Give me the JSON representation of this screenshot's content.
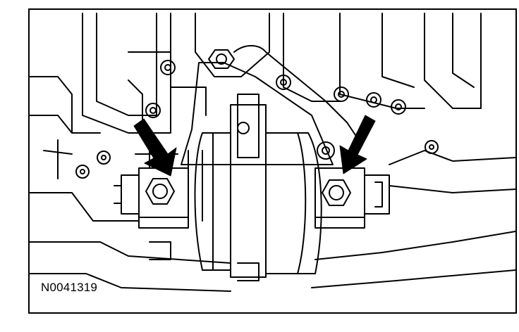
{
  "figure": {
    "id_label": "N0041319"
  },
  "colors": {
    "line": "#000000",
    "background": "#ffffff"
  },
  "icons": {
    "pointer_arrows": [
      "arrow-left-bolt",
      "arrow-right-bolt"
    ]
  }
}
